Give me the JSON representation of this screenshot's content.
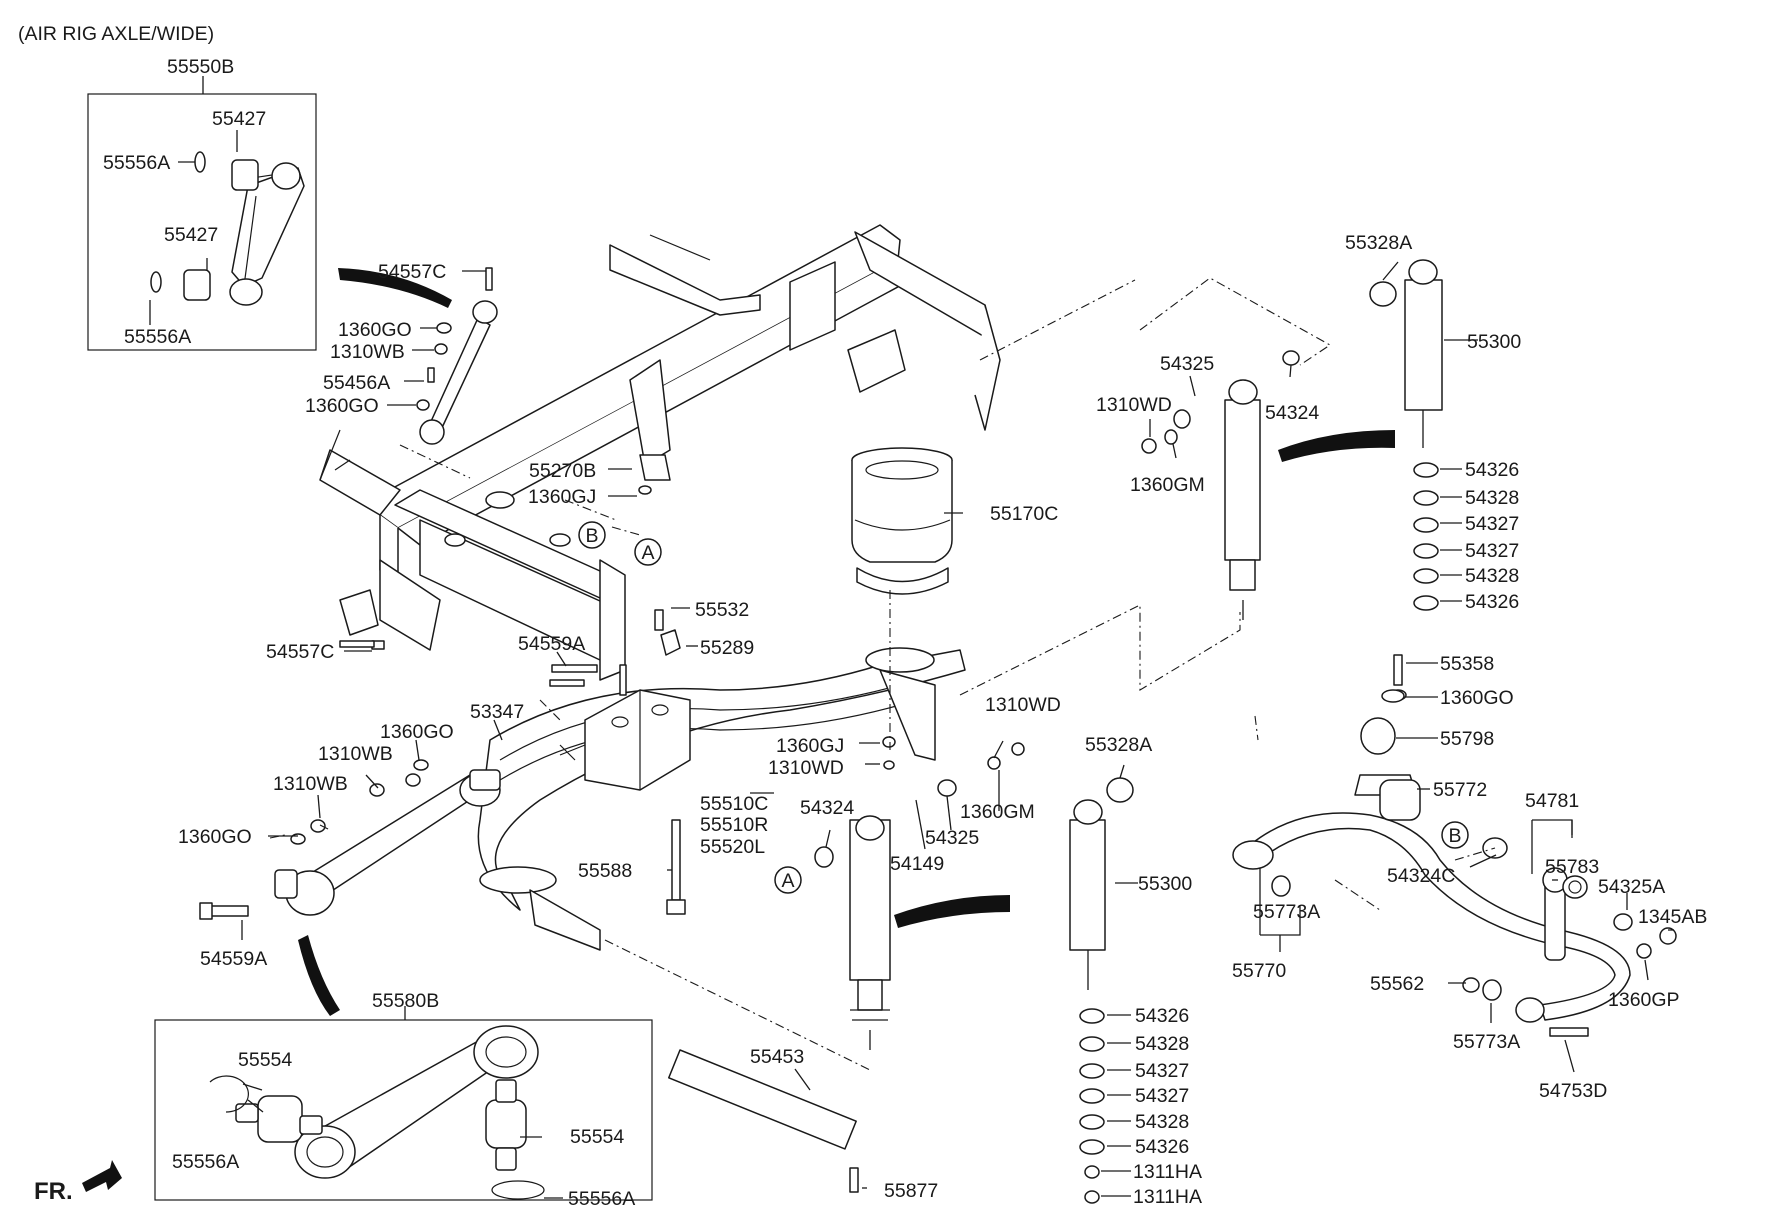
{
  "header": {
    "variant": "(AIR RIG AXLE/WIDE)"
  },
  "front_marker": "FR.",
  "ref_marks": {
    "a": "A",
    "b": "B"
  },
  "labels": {
    "l55550B": "55550B",
    "l55427a": "55427",
    "l55556Aa": "55556A",
    "l55427b": "55427",
    "l55556Ab": "55556A",
    "l54557Ca": "54557C",
    "l1360GOa": "1360GO",
    "l1310WBa": "1310WB",
    "l55456A": "55456A",
    "l1360GOb": "1360GO",
    "l55270B": "55270B",
    "l1360GJa": "1360GJ",
    "l54557Cb": "54557C",
    "l55532": "55532",
    "l55289": "55289",
    "l54559Aa": "54559A",
    "l53347": "53347",
    "l1360GOc": "1360GO",
    "l1310WBb": "1310WB",
    "l1310WBc": "1310WB",
    "l1360GOd": "1360GO",
    "l54559Ab": "54559A",
    "l55580B": "55580B",
    "l55554a": "55554",
    "l55556Ac": "55556A",
    "l55554b": "55554",
    "l55556Ad": "55556A",
    "l55170C": "55170C",
    "l1360GJb": "1360GJ",
    "l1310WDa": "1310WD",
    "l1310WDb": "1310WD",
    "l1360GMa": "1360GM",
    "l54325a": "54325",
    "l54324a": "54324",
    "l54149": "54149",
    "l55510C": "55510C",
    "l55510R": "55510R",
    "l55520L": "55520L",
    "l55588": "55588",
    "l55453": "55453",
    "l55877": "55877",
    "l54325b": "54325",
    "l1310WDc": "1310WD",
    "l54324b": "54324",
    "l1360GMb": "1360GM",
    "l55328Aa": "55328A",
    "l55300a": "55300",
    "l54326a": "54326",
    "l54328a": "54328",
    "l54327a": "54327",
    "l54327b": "54327",
    "l54328b": "54328",
    "l54326b": "54326",
    "l55358": "55358",
    "l1360GOe": "1360GO",
    "l55798": "55798",
    "l55772": "55772",
    "l54781": "54781",
    "l55783": "55783",
    "l54324C": "54324C",
    "l54325A": "54325A",
    "l1345AB": "1345AB",
    "l1360GP": "1360GP",
    "l55773Aa": "55773A",
    "l55770": "55770",
    "l55562": "55562",
    "l55773Ab": "55773A",
    "l54753D": "54753D",
    "l55328Ab": "55328A",
    "l55300b": "55300",
    "l54326c": "54326",
    "l54328c": "54328",
    "l54327c": "54327",
    "l54327d": "54327",
    "l54328d": "54328",
    "l54326d": "54326",
    "l1311HAa": "1311HA",
    "l1311HAb": "1311HA"
  }
}
